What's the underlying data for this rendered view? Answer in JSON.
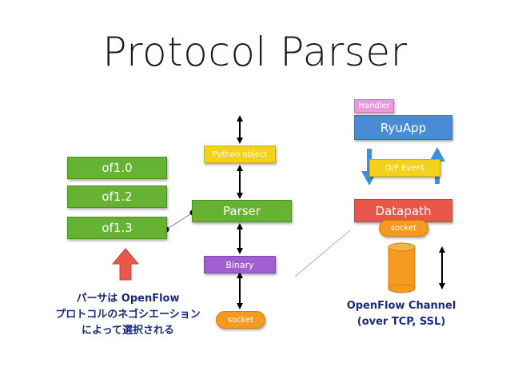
{
  "title": "Protocol Parser",
  "versions": [
    "of1.0",
    "of1.2",
    "of1.3"
  ],
  "python_object": "Python object",
  "parser": "Parser",
  "binary": "Binary",
  "socket_left": "socket",
  "handler": "Handler",
  "ryuapp": "RyuApp",
  "of_event": "O/F Event",
  "datapath": "Datapath",
  "socket_right": "socket",
  "left_caption": [
    "パーサは OpenFlow",
    "プロトコルのネゴシエーション",
    "によって選択される"
  ],
  "right_caption": [
    "OpenFlow Channel",
    "(over TCP, SSL)"
  ]
}
